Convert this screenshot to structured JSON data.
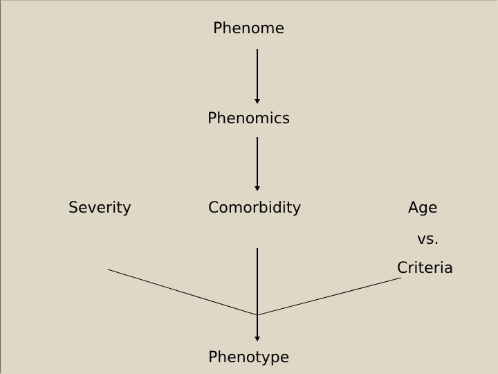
{
  "nodes": {
    "phenome": "Phenome",
    "phenomics": "Phenomics",
    "severity": "Severity",
    "comorbidity": "Comorbidity",
    "age": "Age",
    "vs": "vs.",
    "criteria": "Criteria",
    "phenotype": "Phenotype"
  },
  "colors": {
    "background": "#e0d8c6",
    "ink": "#000000"
  }
}
